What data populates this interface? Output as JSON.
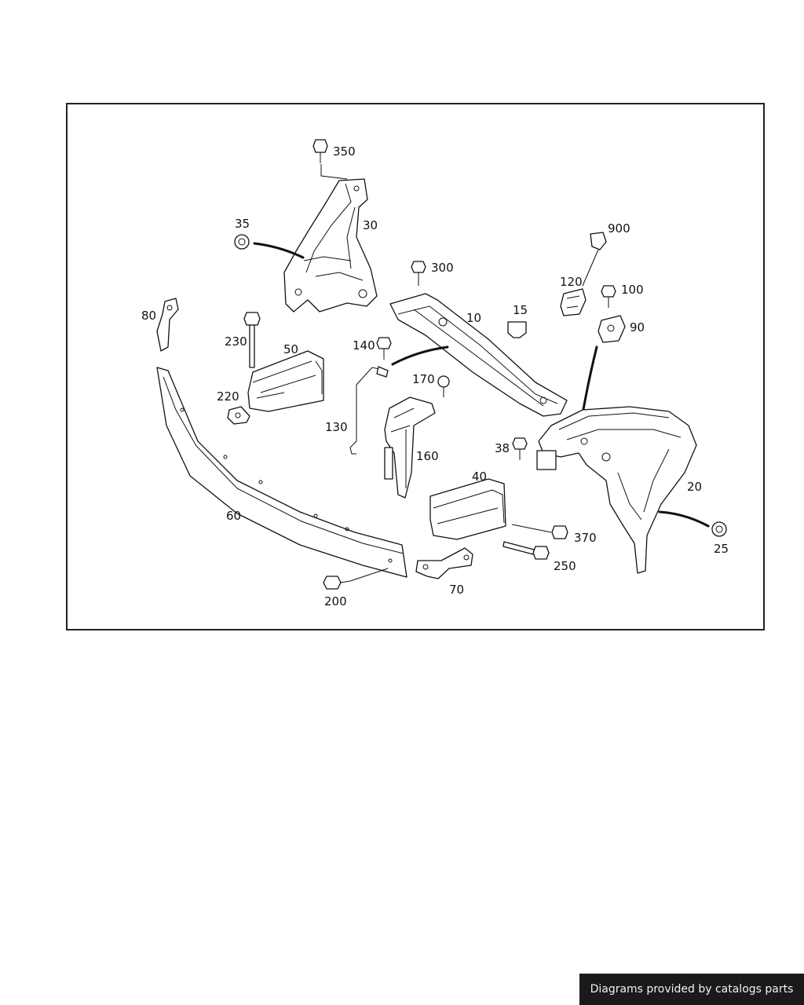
{
  "diagram": {
    "callouts": {
      "c350": "350",
      "c30": "30",
      "c35": "35",
      "c900": "900",
      "c300": "300",
      "c120": "120",
      "c100": "100",
      "c15": "15",
      "c10": "10",
      "c90": "90",
      "c80": "80",
      "c230": "230",
      "c50": "50",
      "c140": "140",
      "c170": "170",
      "c220": "220",
      "c130": "130",
      "c160": "160",
      "c38": "38",
      "c40": "40",
      "c20": "20",
      "c60": "60",
      "c370": "370",
      "c25": "25",
      "c250": "250",
      "c70": "70",
      "c200": "200"
    }
  },
  "footer": {
    "credit": "Diagrams provided by catalogs parts"
  }
}
